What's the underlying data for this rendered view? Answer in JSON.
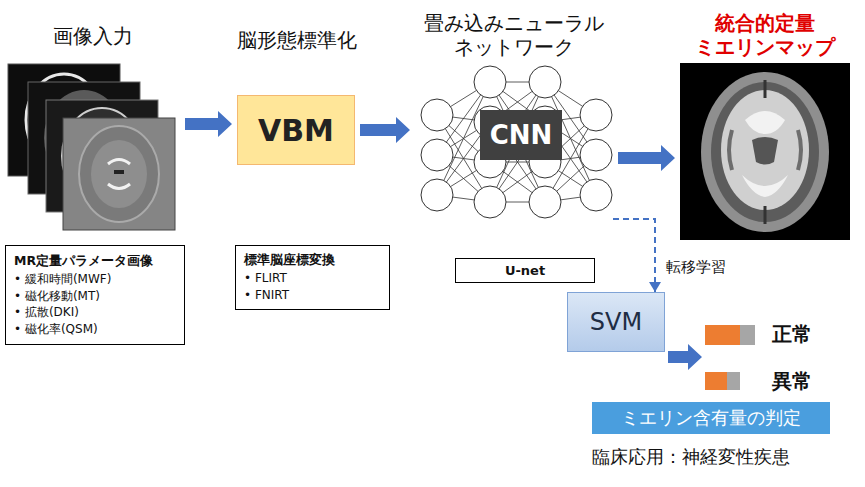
{
  "diagram": {
    "nodes": [
      {
        "text": [
          "画像入力"
        ]
      },
      {
        "text": [
          "MR定量パラメータ画像",
          "• 緩和時間(MWF)",
          "• 磁化移動(MT)",
          "• 拡散(DKI)",
          "• 磁化率(QSM)"
        ]
      },
      {
        "text": [
          "脳形態標準化",
          "VBM"
        ]
      },
      {
        "text": [
          "標準脳座標変換",
          "• FLIRT",
          "• FNIRT"
        ]
      },
      {
        "text": [
          "畳み込みニューラル ネットワーク"
        ]
      },
      {
        "text": [
          "CNN"
        ],
        "in": 4
      },
      {
        "text": [
          "U-net"
        ]
      },
      {
        "text": [
          "統合的定量 ミエリンマップ"
        ]
      },
      {
        "text": [
          "SVM"
        ]
      },
      {
        "text": [
          "ミエリン含有量の判定"
        ]
      }
    ],
    "edges": [
      {
        "from": 0,
        "to": 2,
        "arrow": "to"
      },
      {
        "from": 2,
        "to": 4,
        "arrow": "to"
      },
      {
        "from": 4,
        "to": 7,
        "arrow": "to"
      },
      {
        "from": 4,
        "to": 8,
        "label": "転移学習",
        "arrow": "to"
      }
    ],
    "labels": [
      "正常",
      "異常",
      "臨床応用：神経変性疾患"
    ]
  }
}
